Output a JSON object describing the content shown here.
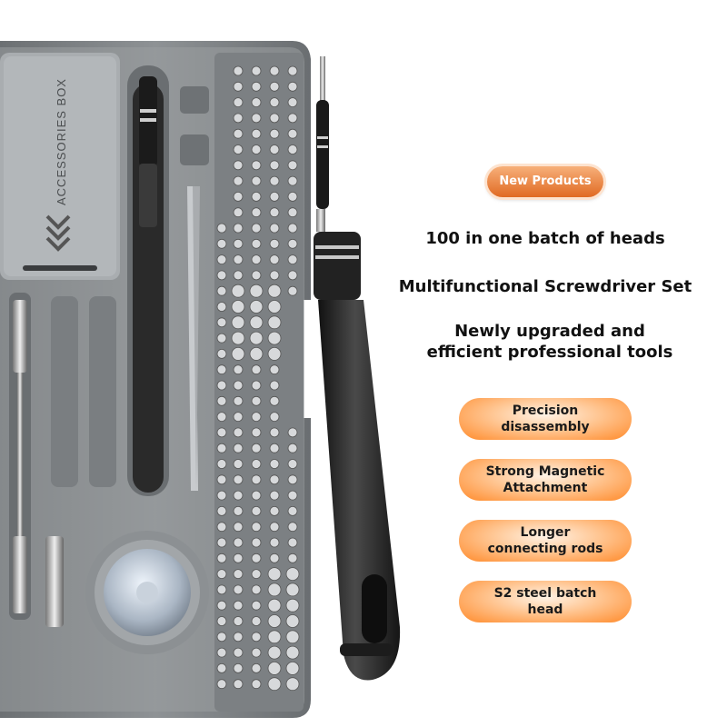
{
  "badge": {
    "label": "New Products"
  },
  "headlines": {
    "line1": "100 in one batch of heads",
    "line2": "Multifunctional Screwdriver Set",
    "line3a": "Newly upgraded and",
    "line3b": "efficient professional tools"
  },
  "box": {
    "label": "ACCESSORIES BOX"
  },
  "features": [
    {
      "label": "Precision\ndisassembly"
    },
    {
      "label": "Strong Magnetic\nAttachment"
    },
    {
      "label": "Longer\nconnecting rods"
    },
    {
      "label": "S2 steel batch\nhead"
    }
  ],
  "colors": {
    "accent": "#ff8a2a",
    "case": "#8f9396",
    "handle": "#2b2b2b"
  }
}
